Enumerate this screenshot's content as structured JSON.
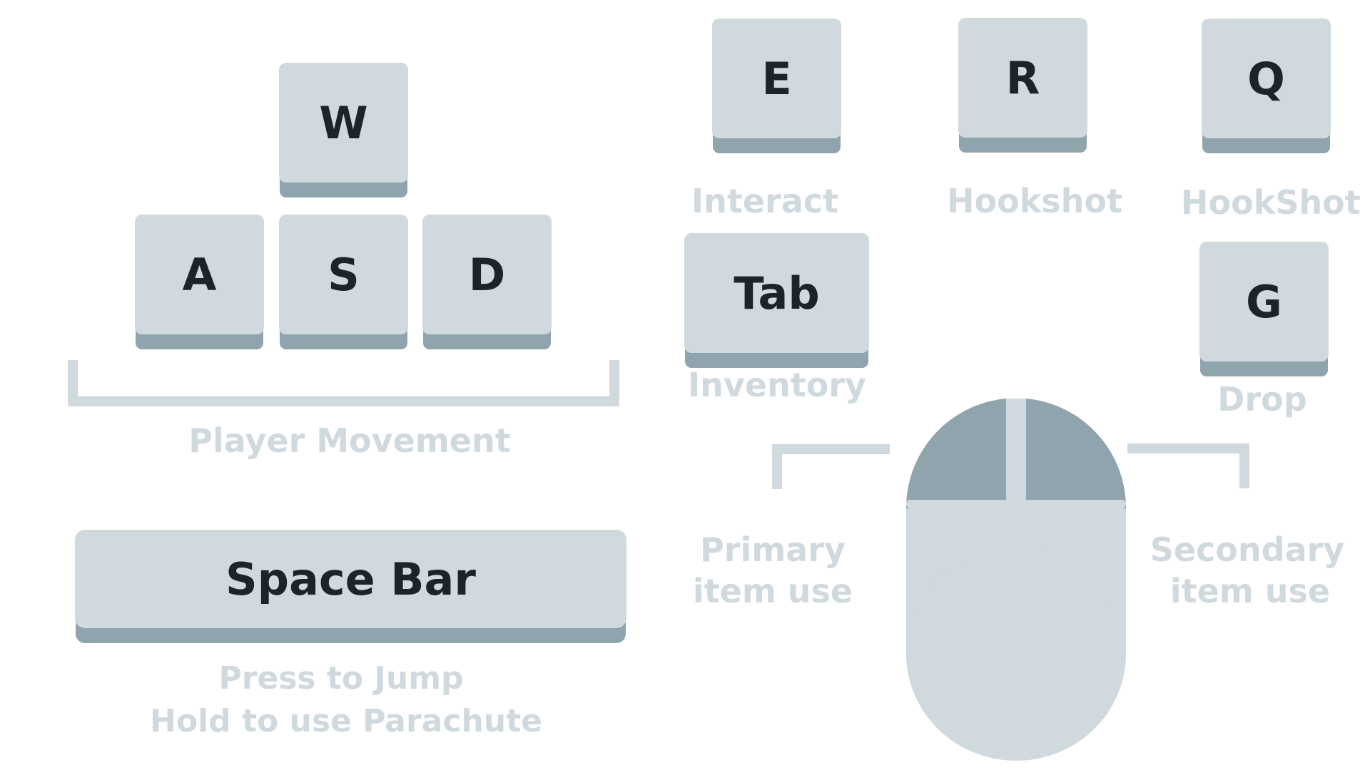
{
  "keys": {
    "w": "W",
    "a": "A",
    "s": "S",
    "d": "D",
    "e": "E",
    "r": "R",
    "q": "Q",
    "tab": "Tab",
    "g": "G",
    "space": "Space Bar"
  },
  "labels": {
    "movement": "Player Movement",
    "interact": "Interact",
    "hookshot": "Hookshot",
    "hookshot_plus": "HookShot +",
    "inventory": "Inventory",
    "drop": "Drop",
    "primary_line1": "Primary",
    "primary_line2": "item use",
    "secondary_line1": "Secondary",
    "secondary_line2": "item use",
    "jump_line1": "Press to Jump",
    "jump_line2": "Hold to use Parachute"
  },
  "colors": {
    "key_face": "#d0d9de",
    "key_shadow": "#90a4ad",
    "key_text": "#1c2329",
    "label_text": "#d0d9de",
    "mouse_buttons": "#90a4ad",
    "mouse_body": "#d0d9de"
  },
  "icons": {
    "mouse": "mouse-icon"
  }
}
